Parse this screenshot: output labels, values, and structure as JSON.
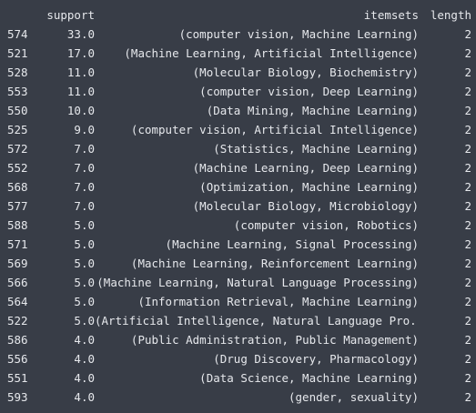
{
  "table": {
    "columns": {
      "index": "",
      "support": "support",
      "itemsets": "itemsets",
      "length": "length"
    },
    "rows": [
      {
        "index": "574",
        "support": "33.0",
        "itemsets": "(computer vision, Machine Learning)",
        "length": "2"
      },
      {
        "index": "521",
        "support": "17.0",
        "itemsets": "(Machine Learning, Artificial Intelligence)",
        "length": "2"
      },
      {
        "index": "528",
        "support": "11.0",
        "itemsets": "(Molecular Biology, Biochemistry)",
        "length": "2"
      },
      {
        "index": "553",
        "support": "11.0",
        "itemsets": "(computer vision, Deep Learning)",
        "length": "2"
      },
      {
        "index": "550",
        "support": "10.0",
        "itemsets": "(Data Mining, Machine Learning)",
        "length": "2"
      },
      {
        "index": "525",
        "support": "9.0",
        "itemsets": "(computer vision, Artificial Intelligence)",
        "length": "2"
      },
      {
        "index": "572",
        "support": "7.0",
        "itemsets": "(Statistics, Machine Learning)",
        "length": "2"
      },
      {
        "index": "552",
        "support": "7.0",
        "itemsets": "(Machine Learning, Deep Learning)",
        "length": "2"
      },
      {
        "index": "568",
        "support": "7.0",
        "itemsets": "(Optimization, Machine Learning)",
        "length": "2"
      },
      {
        "index": "577",
        "support": "7.0",
        "itemsets": "(Molecular Biology, Microbiology)",
        "length": "2"
      },
      {
        "index": "588",
        "support": "5.0",
        "itemsets": "(computer vision, Robotics)",
        "length": "2"
      },
      {
        "index": "571",
        "support": "5.0",
        "itemsets": "(Machine Learning, Signal Processing)",
        "length": "2"
      },
      {
        "index": "569",
        "support": "5.0",
        "itemsets": "(Machine Learning, Reinforcement Learning)",
        "length": "2"
      },
      {
        "index": "566",
        "support": "5.0",
        "itemsets": "(Machine Learning, Natural Language Processing)",
        "length": "2"
      },
      {
        "index": "564",
        "support": "5.0",
        "itemsets": "(Information Retrieval, Machine Learning)",
        "length": "2"
      },
      {
        "index": "522",
        "support": "5.0",
        "itemsets": "(Artificial Intelligence, Natural Language Pro...",
        "length": "2"
      },
      {
        "index": "586",
        "support": "4.0",
        "itemsets": "(Public Administration, Public Management)",
        "length": "2"
      },
      {
        "index": "556",
        "support": "4.0",
        "itemsets": "(Drug Discovery, Pharmacology)",
        "length": "2"
      },
      {
        "index": "551",
        "support": "4.0",
        "itemsets": "(Data Science, Machine Learning)",
        "length": "2"
      },
      {
        "index": "593",
        "support": "4.0",
        "itemsets": "(gender, sexuality)",
        "length": "2"
      }
    ]
  }
}
